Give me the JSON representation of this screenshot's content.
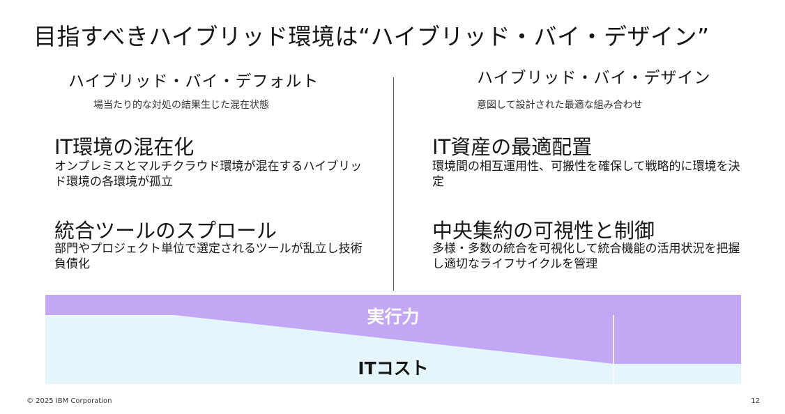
{
  "slide": {
    "title": "目指すべきハイブリッド環境は“ハイブリッド・バイ・デザイン”",
    "footer_copyright": "© 2025 IBM Corporation",
    "page_number": "12"
  },
  "left": {
    "heading": "ハイブリッド・バイ・デフォルト",
    "subheading": "場当たり的な対処の結果生じた混在状態",
    "points": [
      {
        "title": "IT環境の混在化",
        "body": "オンプレミスとマルチクラウド環境が混在するハイブリッド環境の各環境が孤立"
      },
      {
        "title": "統合ツールのスプロール",
        "body": "部門やプロジェクト単位で選定されるツールが乱立し技術負債化"
      }
    ]
  },
  "right": {
    "heading": "ハイブリッド・バイ・デザイン",
    "subheading": "意図して設計された最適な組み合わせ",
    "points": [
      {
        "title": "IT資産の最適配置",
        "body": "環境間の相互運用性、可搬性を確保して戦略的に環境を決定"
      },
      {
        "title": "中央集約の可視性と制御",
        "body": "多様・多数の統合を可視化して統合機能の活用状況を把握し適切なライフサイクルを管理"
      }
    ]
  },
  "band": {
    "top_label": "実行力",
    "bottom_label": "ITコスト",
    "colors": {
      "top": "#c3a7f5",
      "bottom": "#e5f5fc",
      "top_label": "#ffffff",
      "bottom_label": "#161616"
    }
  }
}
